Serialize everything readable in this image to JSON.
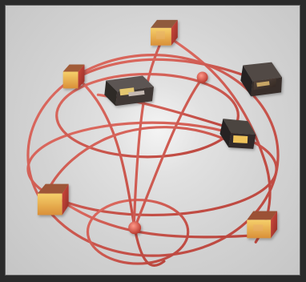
{
  "colors": {
    "background_light": "#f1f1f1",
    "background_mid": "#d7d7d7",
    "frame_dark": "#2a2a2a",
    "wire_red": "#c9483f",
    "node_red": "#d44535",
    "node_orange": "#f19a3e",
    "device_dark": "#3c3c3c",
    "device_highlight": "#f2d26a"
  },
  "scene": {
    "description_icons": [
      "network-globe",
      "computer-node",
      "printer-node",
      "terminal-node"
    ]
  }
}
